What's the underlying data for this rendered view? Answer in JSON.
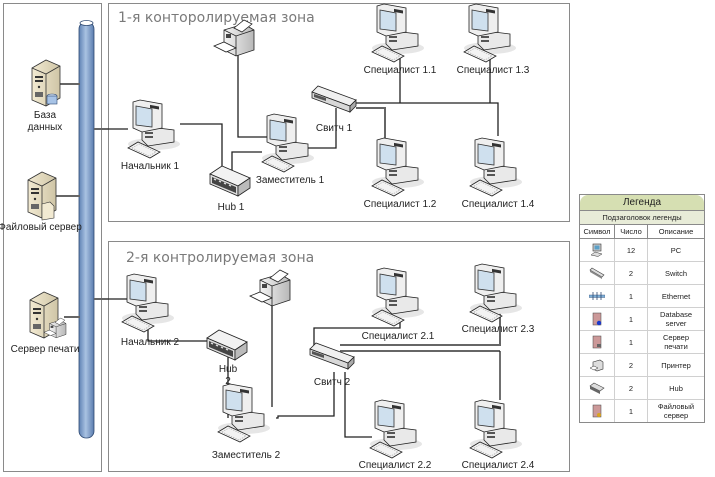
{
  "zones": [
    {
      "title": "1-я контоpолиpуемая зона"
    },
    {
      "title": "2-я контролируемая зона"
    }
  ],
  "servers": [
    {
      "label_lines": [
        "База",
        "данных"
      ],
      "type": "database-server"
    },
    {
      "label_lines": [
        "Файловый сервер"
      ],
      "type": "file-server"
    },
    {
      "label_lines": [
        "Сервер печати"
      ],
      "type": "print-server"
    }
  ],
  "zone1": {
    "pcs": [
      "Начальник 1",
      "Заместитель 1",
      "Специалист 1.1",
      "Специалист 1.2",
      "Специалист 1.3",
      "Специалист 1.4"
    ],
    "hub": "Hub 1",
    "switch": "Свитч 1"
  },
  "zone2": {
    "pcs": [
      "Начальник 2",
      "Заместитель 2",
      "Специалист 2.1",
      "Специалист 2.2",
      "Специалист 2.3",
      "Специалист 2.4"
    ],
    "hub_lines": [
      "Hub",
      "2"
    ],
    "switch": "Свитч 2"
  },
  "legend": {
    "title": "Легенда",
    "subtitle": "Подзаголовок легенды",
    "columns": [
      "Символ",
      "Число",
      "Описание"
    ],
    "rows": [
      {
        "icon": "pc-icon",
        "count": "12",
        "desc": [
          "PC"
        ]
      },
      {
        "icon": "switch-icon",
        "count": "2",
        "desc": [
          "Switch"
        ]
      },
      {
        "icon": "ethernet-icon",
        "count": "1",
        "desc": [
          "Ethernet"
        ]
      },
      {
        "icon": "database-server-icon",
        "count": "1",
        "desc": [
          "Database",
          "server"
        ]
      },
      {
        "icon": "print-server-icon",
        "count": "1",
        "desc": [
          "Сервер",
          "печати"
        ]
      },
      {
        "icon": "printer-icon",
        "count": "2",
        "desc": [
          "Принтер"
        ]
      },
      {
        "icon": "hub-icon",
        "count": "2",
        "desc": [
          "Hub"
        ]
      },
      {
        "icon": "file-server-icon",
        "count": "1",
        "desc": [
          "Файловый",
          "сервер"
        ]
      }
    ]
  },
  "colors": {
    "backbone": "#8fb0d8",
    "legend_header": "#d6dfb2",
    "zone_border": "#8a8a8a"
  }
}
